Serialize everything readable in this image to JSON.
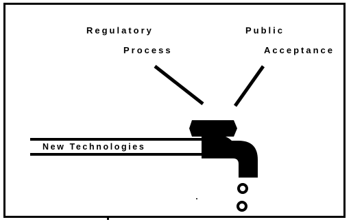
{
  "diagram": {
    "labels": {
      "regulatory_line1": "Regulatory",
      "regulatory_line2": "Process",
      "public_line1": "Public",
      "public_line2": "Acceptance",
      "pipe_label": "New Technologies"
    },
    "colors": {
      "ink": "#000000",
      "background": "#ffffff"
    },
    "icons": [
      "faucet-icon",
      "water-drop-icon"
    ]
  }
}
